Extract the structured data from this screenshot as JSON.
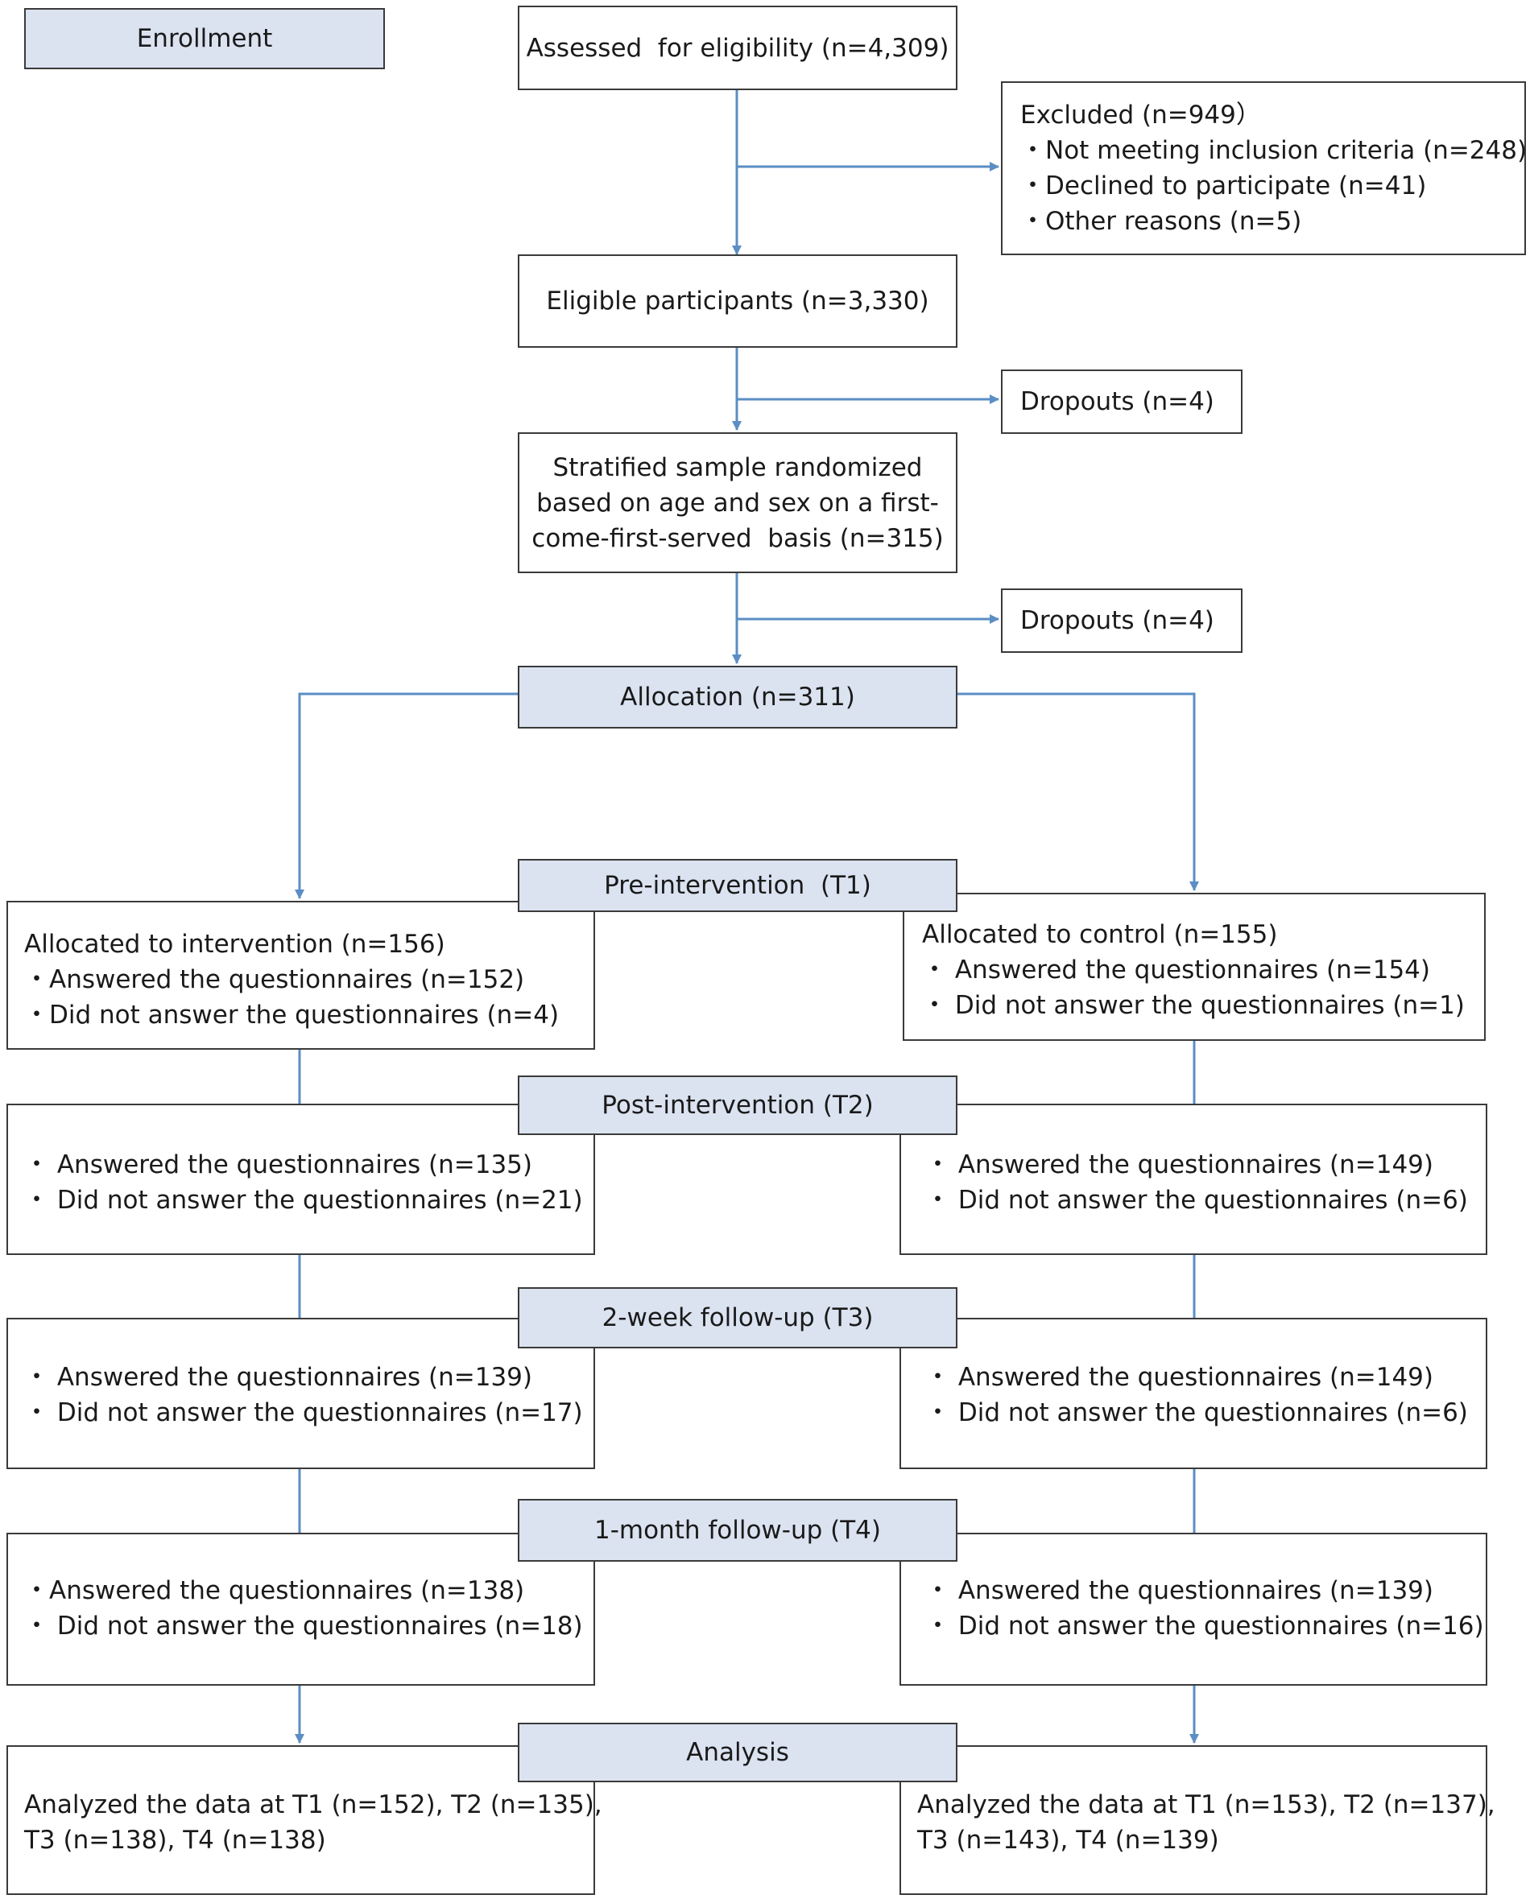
{
  "colors": {
    "connector": "#5b8ec4",
    "header_fill": "#dbe3f1",
    "box_border": "#3a3a3a"
  },
  "enrollment": {
    "label": "Enrollment"
  },
  "assessed": {
    "text": "Assessed  for eligibility (n=4,309)"
  },
  "excluded": {
    "title": "Excluded (n=949）",
    "items": [
      "・Not meeting inclusion criteria (n=248)",
      "・Declined to participate (n=41)",
      "・Other reasons (n=5)"
    ]
  },
  "eligible": {
    "text": "Eligible participants (n=3,330)"
  },
  "dropouts_1": {
    "text": "Dropouts (n=4)"
  },
  "stratified": {
    "lines": [
      "Stratified sample randomized",
      "based on age and sex on a first-",
      "come-first-served  basis (n=315)"
    ]
  },
  "dropouts_2": {
    "text": "Dropouts (n=4)"
  },
  "allocation": {
    "label": "Allocation (n=311)"
  },
  "t1": {
    "label": "Pre-intervention  (T1)",
    "intervention": {
      "title": "Allocated to intervention (n=156)",
      "items": [
        "・Answered the questionnaires (n=152)",
        "・Did not answer the questionnaires (n=4)"
      ]
    },
    "control": {
      "title": "Allocated to control (n=155)",
      "items": [
        "・ Answered the questionnaires (n=154)",
        "・ Did not answer the questionnaires (n=1)"
      ]
    }
  },
  "t2": {
    "label": "Post-intervention (T2)",
    "intervention": {
      "items": [
        "・ Answered the questionnaires (n=135)",
        "・ Did not answer the questionnaires (n=21)"
      ]
    },
    "control": {
      "items": [
        "・ Answered the questionnaires (n=149)",
        "・ Did not answer the questionnaires (n=6)"
      ]
    }
  },
  "t3": {
    "label": "2-week follow-up (T3)",
    "intervention": {
      "items": [
        "・ Answered the questionnaires (n=139)",
        "・ Did not answer the questionnaires (n=17)"
      ]
    },
    "control": {
      "items": [
        "・ Answered the questionnaires (n=149)",
        "・ Did not answer the questionnaires (n=6)"
      ]
    }
  },
  "t4": {
    "label": "1-month follow-up (T4)",
    "intervention": {
      "items": [
        "・Answered the questionnaires (n=138)",
        "・ Did not answer the questionnaires (n=18)"
      ]
    },
    "control": {
      "items": [
        "・ Answered the questionnaires (n=139)",
        "・ Did not answer the questionnaires (n=16)"
      ]
    }
  },
  "analysis": {
    "label": "Analysis",
    "intervention": {
      "lines": [
        "Analyzed the data at T1 (n=152), T2 (n=135),",
        "T3 (n=138), T4 (n=138)"
      ]
    },
    "control": {
      "lines": [
        "Analyzed the data at T1 (n=153), T2 (n=137),",
        "T3 (n=143), T4 (n=139)"
      ]
    }
  }
}
